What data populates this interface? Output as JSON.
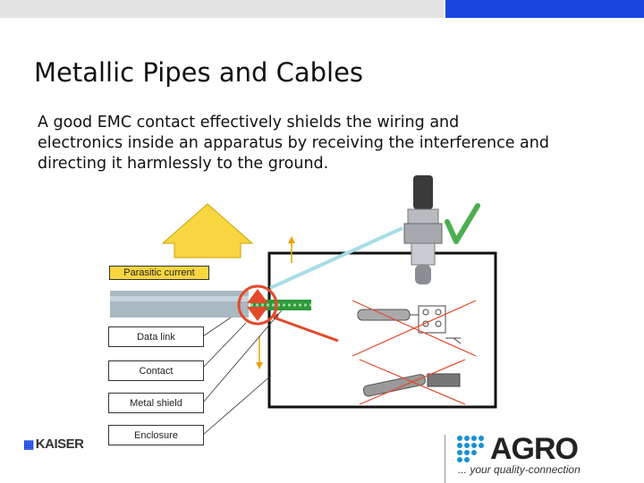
{
  "slide": {
    "title": "Metallic Pipes and Cables",
    "body_lines": [
      "A good EMC contact effectively shields the wiring and",
      "electronics inside an apparatus by receiving the interference and",
      "directing it harmlessly to the ground."
    ]
  },
  "diagram": {
    "labels": {
      "parasitic_current": "Parasitic current",
      "data_link": "Data link",
      "contact": "Contact",
      "metal_shield": "Metal shield",
      "enclosure": "Enclosure"
    },
    "colors": {
      "arrow_fill": "#f7d640",
      "arrow_stroke": "#c8a400",
      "cable": "#aab8c2",
      "shield_green": "#2e9a3a",
      "contact_red": "#e24a2b",
      "check_green": "#4caf50",
      "cross_red": "#e24a2b",
      "cyan_line": "#a8dce6"
    }
  },
  "footer": {
    "left_logo": "KAISER",
    "right_logo": "AGRO",
    "right_slogan": "... your quality-connection"
  }
}
